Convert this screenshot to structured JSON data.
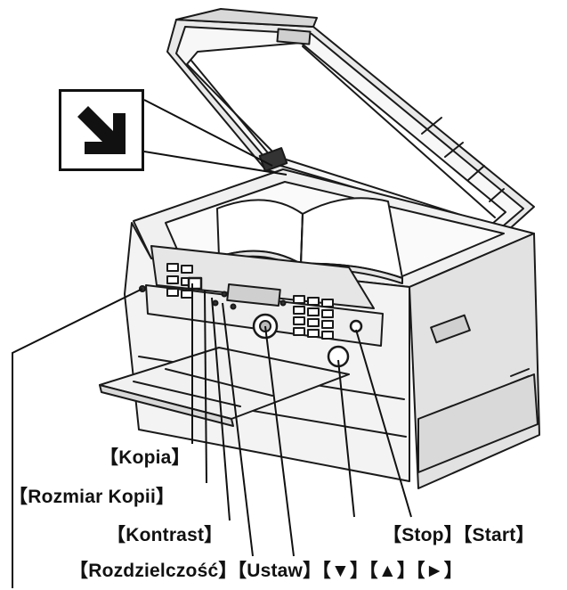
{
  "labels": {
    "kopia": "【Kopia】",
    "rozmiar_kopii": "【Rozmiar Kopii】",
    "kontrast": "【Kontrast】",
    "stop_start": "【Stop】【Start】",
    "bottom": "【Rozdzielczość】【Ustaw】【▼】【▲】【►】"
  },
  "icons": {
    "placement_arrow": "arrow-down-right-icon"
  }
}
